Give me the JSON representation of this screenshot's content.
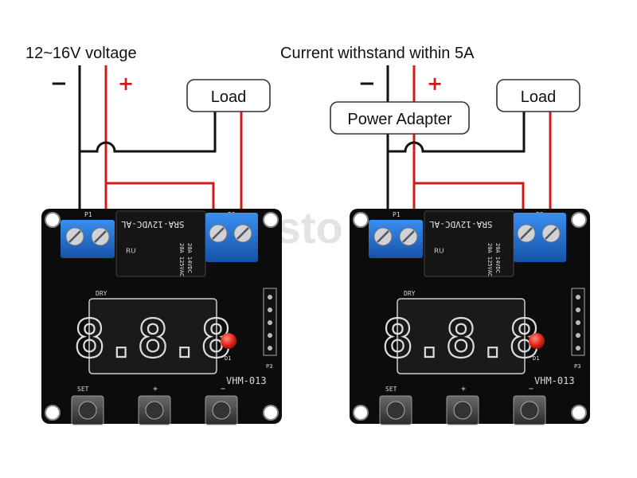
{
  "left_diagram": {
    "supply_label": "12~16V voltage",
    "minus_symbol": "−",
    "plus_symbol": "+",
    "load_label": "Load"
  },
  "right_diagram": {
    "supply_label": "Current withstand within 5A",
    "minus_symbol": "−",
    "plus_symbol": "+",
    "adapter_label": "Power Adapter",
    "load_label": "Load"
  },
  "module": {
    "relay_model": "SRA-12VDC-AL",
    "relay_rating_1": "20A 14VDC",
    "relay_rating_2": "20A 125VAC",
    "board_name": "VHM-013",
    "display_label": "DRY",
    "display_digits": "8.8.8",
    "terminal_left": "P1",
    "terminal_right": "P2",
    "header_label": "P3",
    "led_label": "D1",
    "button_set": "SET",
    "button_plus": "+",
    "button_minus": "−"
  },
  "watermark": "elsto",
  "colors": {
    "wire_black": "#111111",
    "wire_red": "#d21a1a",
    "pcb": "#0c0c0c",
    "terminal": "#1f6fd1",
    "led": "#e0261a"
  }
}
